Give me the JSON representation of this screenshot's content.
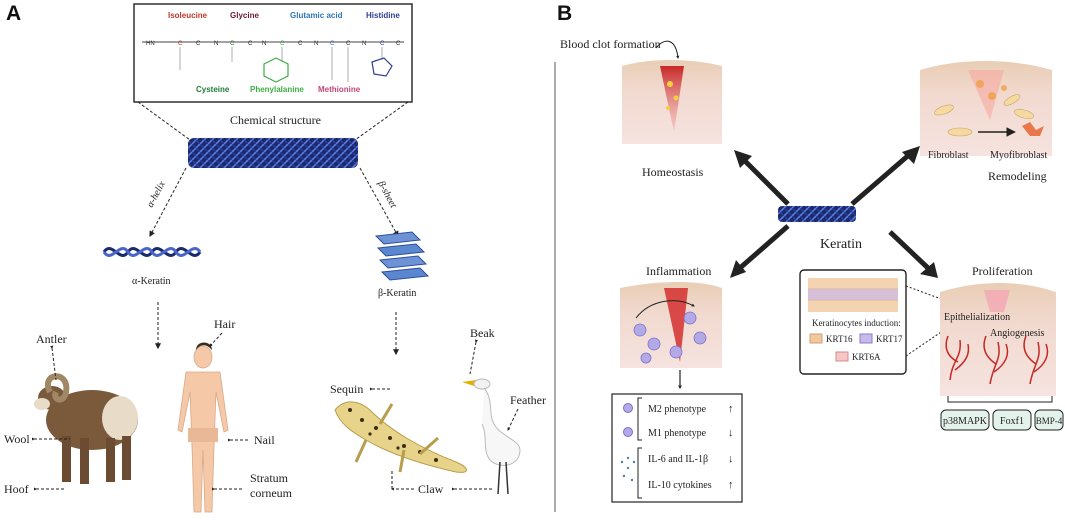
{
  "panelA": {
    "label": "A",
    "amino_acids": [
      {
        "name": "Isoleucine",
        "color": "#c0392b"
      },
      {
        "name": "Glycine",
        "color": "#6d1a36"
      },
      {
        "name": "Glutamic acid",
        "color": "#2e75b6"
      },
      {
        "name": "Histidine",
        "color": "#2f3e8f"
      },
      {
        "name": "Cysteine",
        "color": "#1f7a3a"
      },
      {
        "name": "Phenylalanine",
        "color": "#3cb043"
      },
      {
        "name": "Methionine",
        "color": "#c2457a"
      }
    ],
    "chemical_structure": "Chemical structure",
    "alpha_helix": "α-helix",
    "beta_sheet": "β-sheet",
    "alpha_keratin": "α-Keratin",
    "beta_keratin": "β-Keratin",
    "antler": "Antler",
    "hair": "Hair",
    "wool": "Wool",
    "nail": "Nail",
    "hoof": "Hoof",
    "stratum": "Stratum",
    "corneum": "corneum",
    "beak": "Beak",
    "sequin": "Sequin",
    "feather": "Feather",
    "claw": "Claw"
  },
  "panelB": {
    "label": "B",
    "blood_clot": "Blood clot formation",
    "homeostasis": "Homeostasis",
    "remodeling": "Remodeling",
    "fibroblast": "Fibroblast",
    "myofibroblast": "Myofibroblast",
    "keratin": "Keratin",
    "inflammation": "Inflammation",
    "proliferation": "Proliferation",
    "keratinocytes_induction": "Keratinocytes induction:",
    "krt16": "KRT16",
    "krt17": "KRT17",
    "krt6a": "KRT6A",
    "epithelialization": "Epithelialization",
    "angiogenesis": "Angiogenesis",
    "markers": [
      "p38MAPK",
      "Foxf1",
      "BMP-4"
    ],
    "effects": [
      {
        "text": "M2 phenotype",
        "arrow": "↑"
      },
      {
        "text": "M1 phenotype",
        "arrow": "↓"
      },
      {
        "text": "IL-6 and IL-1β",
        "arrow": "↓"
      },
      {
        "text": "IL-10 cytokines",
        "arrow": "↑"
      }
    ]
  }
}
